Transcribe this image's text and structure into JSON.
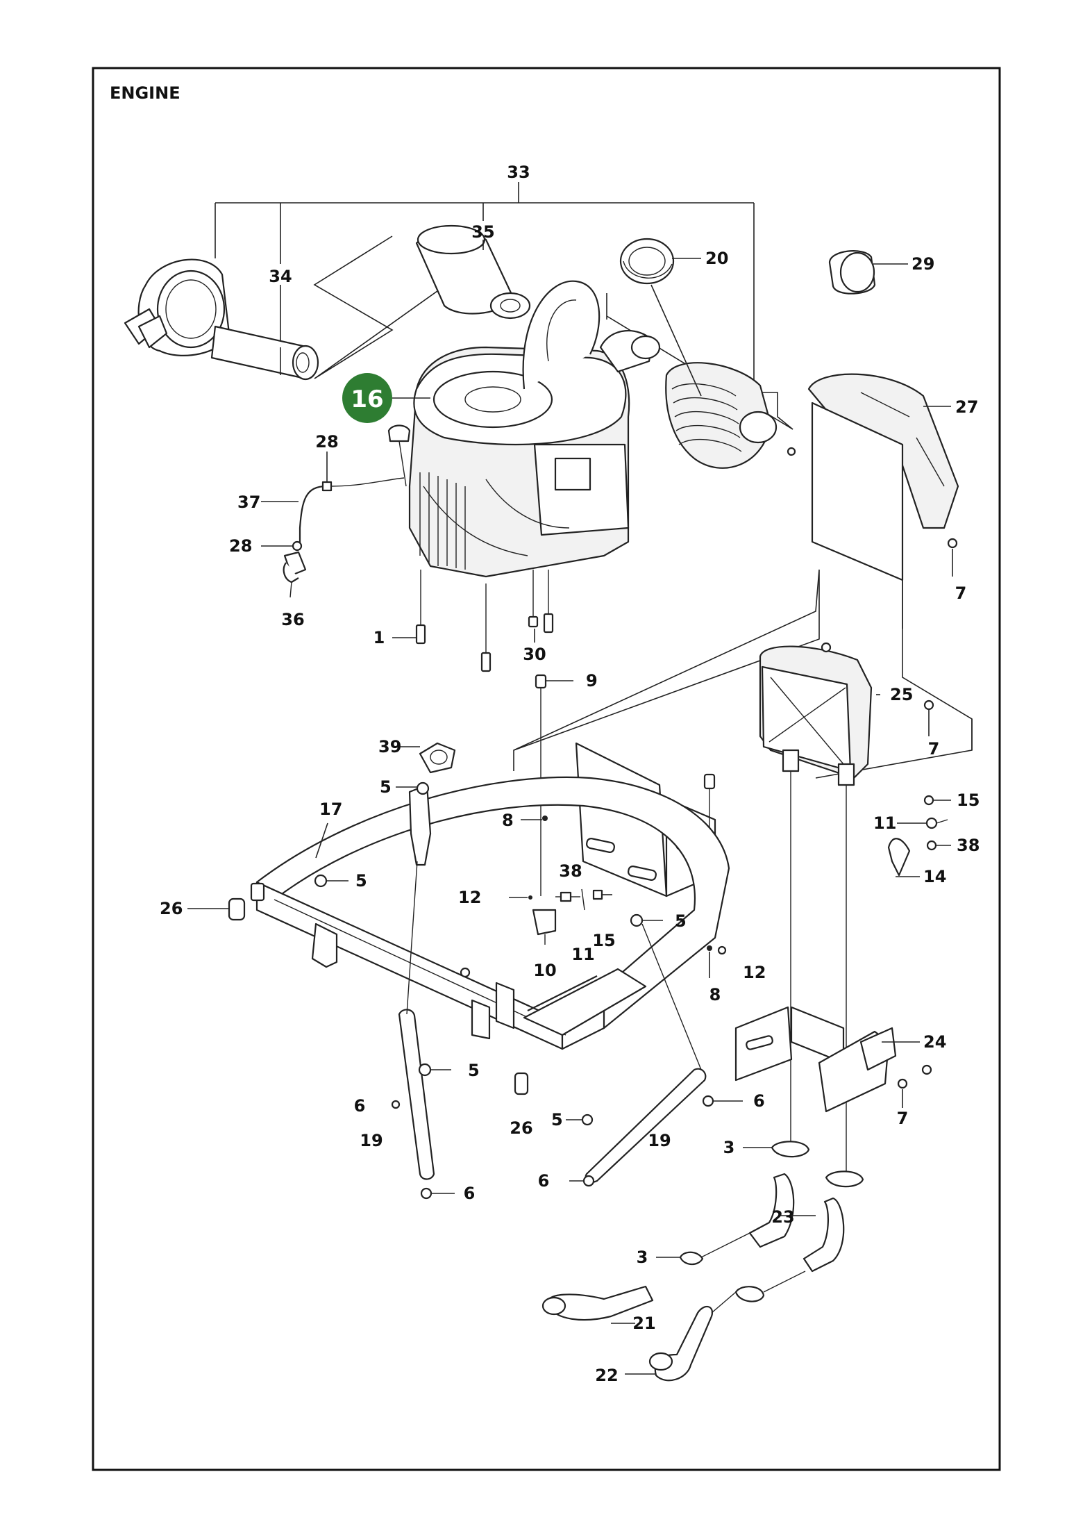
{
  "diagram": {
    "title": "ENGINE",
    "highlight": {
      "label": "16",
      "color": "#2e7d32"
    },
    "callouts": [
      {
        "id": "c33",
        "label": "33"
      },
      {
        "id": "c35",
        "label": "35"
      },
      {
        "id": "c34",
        "label": "34"
      },
      {
        "id": "c20",
        "label": "20"
      },
      {
        "id": "c29",
        "label": "29"
      },
      {
        "id": "c27",
        "label": "27"
      },
      {
        "id": "c28a",
        "label": "28"
      },
      {
        "id": "c37",
        "label": "37"
      },
      {
        "id": "c28b",
        "label": "28"
      },
      {
        "id": "c36",
        "label": "36"
      },
      {
        "id": "c7a",
        "label": "7"
      },
      {
        "id": "c1",
        "label": "1"
      },
      {
        "id": "c30",
        "label": "30"
      },
      {
        "id": "c9",
        "label": "9"
      },
      {
        "id": "c25",
        "label": "25"
      },
      {
        "id": "c7b",
        "label": "7"
      },
      {
        "id": "c39",
        "label": "39"
      },
      {
        "id": "c5a",
        "label": "5"
      },
      {
        "id": "c17",
        "label": "17"
      },
      {
        "id": "c8a",
        "label": "8"
      },
      {
        "id": "c15a",
        "label": "15"
      },
      {
        "id": "c11a",
        "label": "11"
      },
      {
        "id": "c38a",
        "label": "38"
      },
      {
        "id": "c14",
        "label": "14"
      },
      {
        "id": "c5b",
        "label": "5"
      },
      {
        "id": "c26a",
        "label": "26"
      },
      {
        "id": "c38b",
        "label": "38"
      },
      {
        "id": "c12a",
        "label": "12"
      },
      {
        "id": "c5c",
        "label": "5"
      },
      {
        "id": "c15b",
        "label": "15"
      },
      {
        "id": "c11b",
        "label": "11"
      },
      {
        "id": "c10",
        "label": "10"
      },
      {
        "id": "c12b",
        "label": "12"
      },
      {
        "id": "c8b",
        "label": "8"
      },
      {
        "id": "c24",
        "label": "24"
      },
      {
        "id": "c5d",
        "label": "5"
      },
      {
        "id": "c7c",
        "label": "7"
      },
      {
        "id": "c6a",
        "label": "6"
      },
      {
        "id": "c6b",
        "label": "6"
      },
      {
        "id": "c5e",
        "label": "5"
      },
      {
        "id": "c26b",
        "label": "26"
      },
      {
        "id": "c19a",
        "label": "19"
      },
      {
        "id": "c19b",
        "label": "19"
      },
      {
        "id": "c3a",
        "label": "3"
      },
      {
        "id": "c6c",
        "label": "6"
      },
      {
        "id": "c6d",
        "label": "6"
      },
      {
        "id": "c23",
        "label": "23"
      },
      {
        "id": "c3b",
        "label": "3"
      },
      {
        "id": "c21",
        "label": "21"
      },
      {
        "id": "c22",
        "label": "22"
      }
    ]
  }
}
